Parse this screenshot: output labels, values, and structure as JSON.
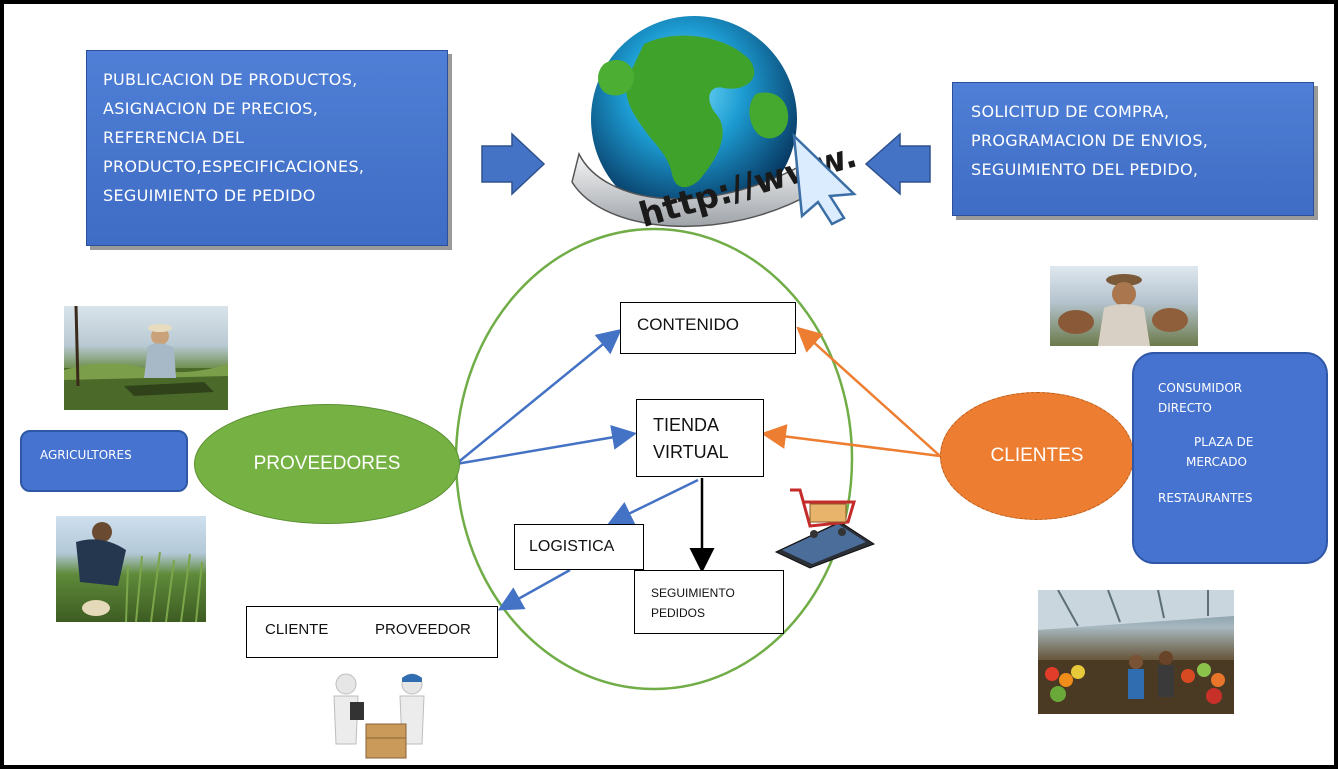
{
  "left_box": {
    "lines": [
      "PUBLICACION DE PRODUCTOS,",
      "ASIGNACION DE PRECIOS,",
      "REFERENCIA DEL",
      "PRODUCTO,ESPECIFICACIONES,",
      "SEGUIMIENTO DE PEDIDO"
    ]
  },
  "right_box": {
    "lines": [
      "SOLICITUD DE COMPRA,",
      "PROGRAMACION DE ENVIOS,",
      "SEGUIMIENTO DEL PEDIDO,"
    ]
  },
  "globe": {
    "url_text": "http://www."
  },
  "center": {
    "contenido": "CONTENIDO",
    "tienda_line1": "TIENDA",
    "tienda_line2": "VIRTUAL",
    "logistica": "LOGISTICA",
    "seguimiento_line1": "SEGUIMIENTO",
    "seguimiento_line2": "PEDIDOS"
  },
  "left": {
    "agricultores": "AGRICULTORES",
    "proveedores": "PROVEEDORES"
  },
  "right": {
    "clientes": "CLIENTES",
    "consumidor_line1": "CONSUMIDOR",
    "consumidor_line2": "DIRECTO",
    "plaza_line1": "PLAZA DE",
    "plaza_line2": "MERCADO",
    "restaurantes": "RESTAURANTES"
  },
  "bottom": {
    "cliente": "CLIENTE",
    "proveedor": "PROVEEDOR"
  },
  "colors": {
    "box_blue": "#4673cf",
    "proveedores_green": "#76b243",
    "clientes_orange": "#ed7d31",
    "circle_green": "#70ad47",
    "arrow_blue": "#4472c4",
    "arrow_orange": "#ed7d31"
  }
}
